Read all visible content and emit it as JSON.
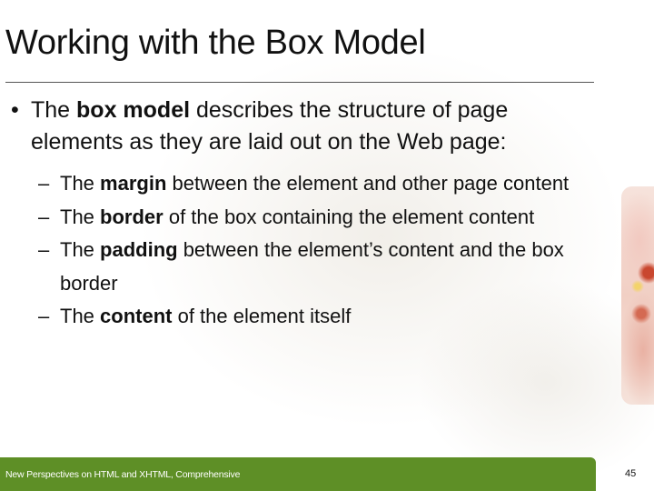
{
  "slide": {
    "title": "Working with the Box Model",
    "bullet": {
      "marker": "•",
      "pre": "The ",
      "bold": "box model",
      "post": " describes the structure of page elements as they are laid out on the Web page:"
    },
    "subbullets": [
      {
        "dash": "–",
        "pre": "The ",
        "bold": "margin",
        "post": " between the element and other page content"
      },
      {
        "dash": "–",
        "pre": "The ",
        "bold": "border",
        "post": " of the box containing the element content"
      },
      {
        "dash": "–",
        "pre": "The ",
        "bold": "padding",
        "post": " between the element’s content and the box border"
      },
      {
        "dash": "–",
        "pre": "The ",
        "bold": "content",
        "post": " of the element itself"
      }
    ]
  },
  "footer": {
    "text": "New Perspectives on HTML and XHTML, Comprehensive",
    "page_number": "45",
    "bar_color": "#5e8f26"
  }
}
